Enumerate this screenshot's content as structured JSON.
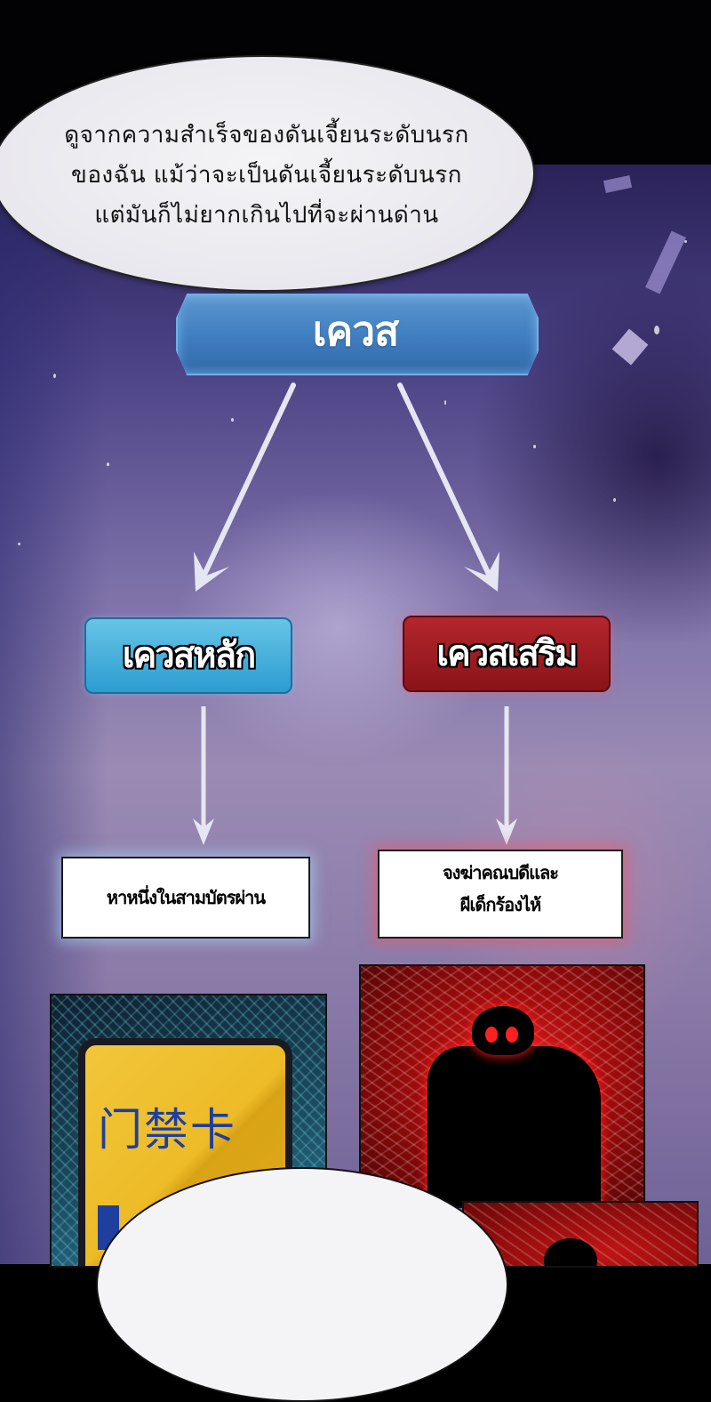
{
  "speech_bubble_top": {
    "lines": [
      "ดูจากความสำเร็จของดันเจี้ยนระดับนรก",
      "ของฉัน แม้ว่าจะเป็นดันเจี้ยนระดับนรก",
      "แต่มันก็ไม่ยากเกินไปที่จะผ่านด่าน"
    ]
  },
  "quest_tree": {
    "root": {
      "label": "เควส",
      "color": "#4a85c5"
    },
    "branches": [
      {
        "label": "เควสหลัก",
        "color": "#3fb0dd",
        "note_lines": [
          "หาหนึ่งในสามบัตรผ่าน"
        ],
        "glow": "#a8dcff"
      },
      {
        "label": "เควสเสริม",
        "color": "#9e1b20",
        "note_lines": [
          "จงฆ่าคณบดีและ",
          "ผีเด็กร้องไห้"
        ],
        "glow": "#e65a6e"
      }
    ]
  },
  "panels": {
    "access_card": {
      "text": "门禁卡",
      "card_color": "#f0c232",
      "text_color": "#1e3f9e"
    },
    "shadow_figure": {
      "glow_color": "#e02020"
    }
  }
}
